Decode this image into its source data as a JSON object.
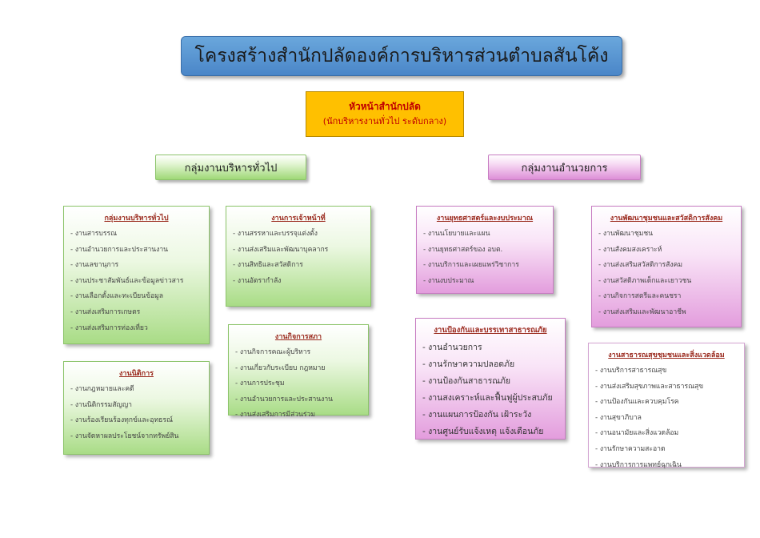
{
  "title": "โครงสร้างสำนักปลัดองค์การบริหารส่วนตำบลสันโค้ง",
  "head": {
    "line1": "หัวหน้าสำนักปลัด",
    "line2": "(นักบริหารงานทั่วไป ระดับกลาง)"
  },
  "groups": {
    "left": "กลุ่มงานบริหารทั่วไป",
    "right": "กลุ่มงานอำนวยการ"
  },
  "boxes": {
    "general": {
      "title": "กลุ่มงานบริหารทั่วไป",
      "items": [
        "- งานสารบรรณ",
        "- งานอำนวยการและประสานงาน",
        "- งานเลขานุการ",
        "- งานประชาสัมพันธ์และข้อมูลข่าวสาร",
        "- งานเลือกตั้งและทะเบียนข้อมูล",
        "- งานส่งเสริมการเกษตร",
        "- งานส่งเสริมการท่องเที่ยว"
      ]
    },
    "personnel": {
      "title": "งานการเจ้าหน้าที่",
      "items": [
        "- งานสรรหาและบรรจุแต่งตั้ง",
        "- งานส่งเสริมและพัฒนาบุคลากร",
        "- งานสิทธิและสวัสดิการ",
        "- งานอัตรากำลัง"
      ]
    },
    "legal": {
      "title": "งานนิติการ",
      "items": [
        "- งานกฎหมายและคดี",
        "- งานนิติกรรมสัญญา",
        "- งานร้องเรียนร้องทุกข์และอุทธรณ์",
        "- งานจัดหาผลประโยชน์จากทรัพย์สิน"
      ]
    },
    "council": {
      "title": "งานกิจการสภา",
      "items": [
        "- งานกิจการคณะผู้บริหาร",
        "- งานเกี่ยวกับระเบียบ กฎหมาย",
        "- งานการประชุม",
        "- งานอำนวยการและประสานงาน",
        "- งานส่งเสริมการมีส่วนร่วม"
      ]
    },
    "strategy": {
      "title": "งานยุทธศาสตร์และงบประมาณ",
      "items": [
        "- งานนโยบายและแผน",
        "- งานยุทธศาสตร์ของ อบต.",
        "- งานบริการและเผยแพร่วิชาการ",
        "- งานงบประมาณ"
      ]
    },
    "disaster": {
      "title": "งานป้องกันและบรรเทาสาธารณภัย",
      "items": [
        "- งานอำนวยการ",
        "- งานรักษาความปลอดภัย",
        "- งานป้องกันสาธารณภัย",
        "- งานสงเคราะห์และฟื้นฟูผู้ประสบภัย",
        "- งานแผนการป้องกัน เฝ้าระวัง",
        "- งานศูนย์รับแจ้งเหตุ แจ้งเตือนภัย"
      ]
    },
    "welfare": {
      "title": "งานพัฒนาชุมชนและสวัสดิการสังคม",
      "items": [
        "- งานพัฒนาชุมชน",
        "- งานสังคมสงเคราะห์",
        "- งานส่งเสริมสวัสดิการสังคม",
        "- งานสวัสดิภาพเด็กและเยาวชน",
        "- งานกิจการสตรีและคนชรา",
        "- งานส่งเสริมและพัฒนาอาชีพ"
      ]
    },
    "health": {
      "title": "งานสาธารณสุขชุมชนและสิ่งแวดล้อม",
      "items": [
        "- งานบริการสาธารณสุข",
        "- งานส่งเสริมสุขภาพและสาธารณสุข",
        "- งานป้องกันและควบคุมโรค",
        "- งานสุขาภิบาล",
        "- งานอนามัยและสิ่งแวดล้อม",
        "- งานรักษาความสะอาด",
        "- งานบริการการแพทย์ฉุกเฉิน"
      ]
    }
  },
  "colors": {
    "title_bg": "#5b9bd5",
    "head_bg": "#ffc000",
    "head_text": "#c00000",
    "green": "#9fd877",
    "pink": "#dd8fd7",
    "box_title": "#9b2b1f"
  }
}
